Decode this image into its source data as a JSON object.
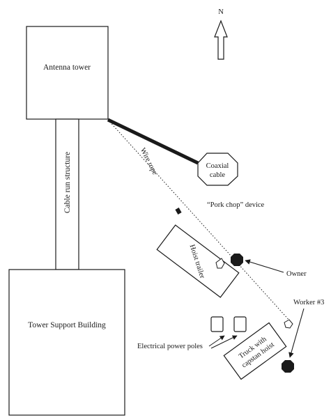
{
  "labels": {
    "north": "N",
    "antenna_tower": "Antenna tower",
    "cable_run_structure": "Cable run structure",
    "tower_support_building": "Tower Support Building",
    "wire_rope": "Wire rope",
    "coaxial_cable_line1": "Coaxial",
    "coaxial_cable_line2": "cable",
    "pork_chop_device": "“Pork chop” device",
    "hoist_trailer": "Hoist trailer",
    "owner": "Owner",
    "worker_3": "Worker #3",
    "truck_line1": "Truck with",
    "truck_line2": "capstan hoist",
    "electrical_power_poles": "Electrical power poles"
  },
  "colors": {
    "line": "#1a1a1a",
    "marker_fill": "#1a1a1a",
    "background": "#ffffff"
  }
}
